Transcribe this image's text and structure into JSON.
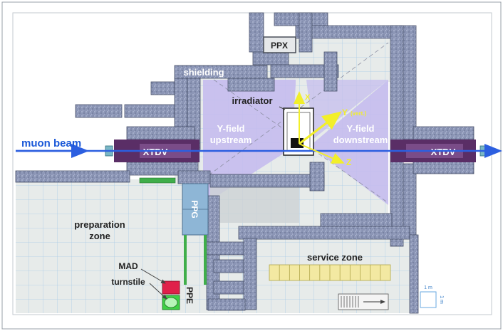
{
  "labels": {
    "muon_beam": "muon beam",
    "xtdv_left": "XTDV",
    "xtdv_right": "XTDV",
    "ppx": "PPX",
    "shielding": "shielding",
    "irradiator": "irradiator",
    "y_field_upstream_line1": "Y-field",
    "y_field_upstream_line2": "upstream",
    "y_field_downstream_line1": "Y-field",
    "y_field_downstream_line2": "downstream",
    "axis_x": "X",
    "axis_y": "Y",
    "axis_y_note": "(vert.)",
    "axis_z": "Z",
    "ppg": "PPG",
    "ppe": "PPE",
    "preparation_line1": "preparation",
    "preparation_line2": "zone",
    "service_zone": "service zone",
    "mad": "MAD",
    "turnstile": "turnstile",
    "scale_h": "1 m",
    "scale_v": "1 m"
  },
  "colors": {
    "background": "#ffffff",
    "floor": "#e7ebea",
    "grid": "#a9cbe8",
    "shield_block": "#8c96b6",
    "shield_edge": "#48506a",
    "field_region": "#c5bdee",
    "beam": "#2c5fe0",
    "beam_label": "#1a58d8",
    "xtdv": "#5a2e66",
    "axis_yellow": "#f2ef2a",
    "ppg": "#8eb6d6",
    "mad": "#e0204a",
    "turnstile": "#3ecf45",
    "service_bench": "#f3e9a2"
  }
}
